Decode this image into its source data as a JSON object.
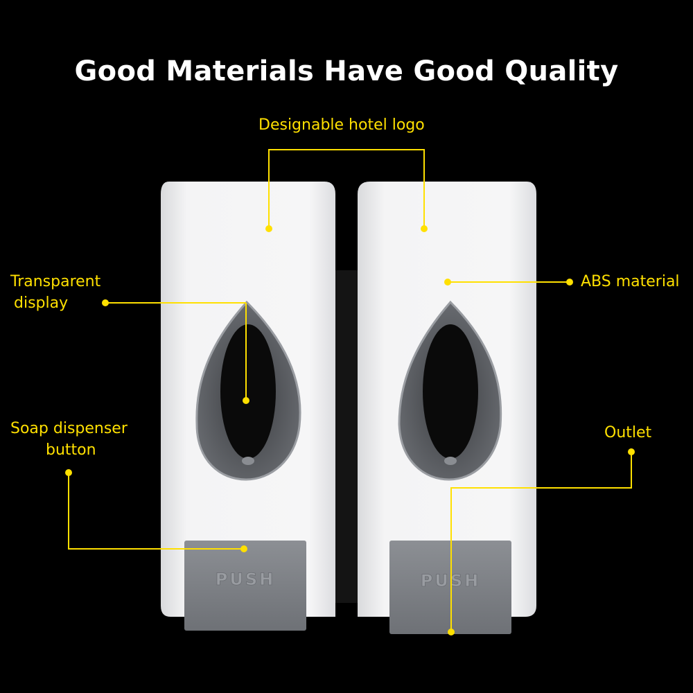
{
  "title": "Good Materials Have Good Quality",
  "callouts": {
    "logo": "Designable hotel logo",
    "transparent_line1": "Transparent",
    "transparent_line2": "display",
    "abs": "ABS material",
    "soap_line1": "Soap dispenser",
    "soap_line2": "button",
    "outlet": "Outlet"
  },
  "dispensers": [
    {
      "button_text": "PUSH"
    },
    {
      "button_text": "PUSH"
    }
  ],
  "colors": {
    "background": "#000000",
    "annotation": "#ffe000",
    "body": "#f2f2f2",
    "window": "#5a5d62",
    "button": "#7d8085"
  }
}
